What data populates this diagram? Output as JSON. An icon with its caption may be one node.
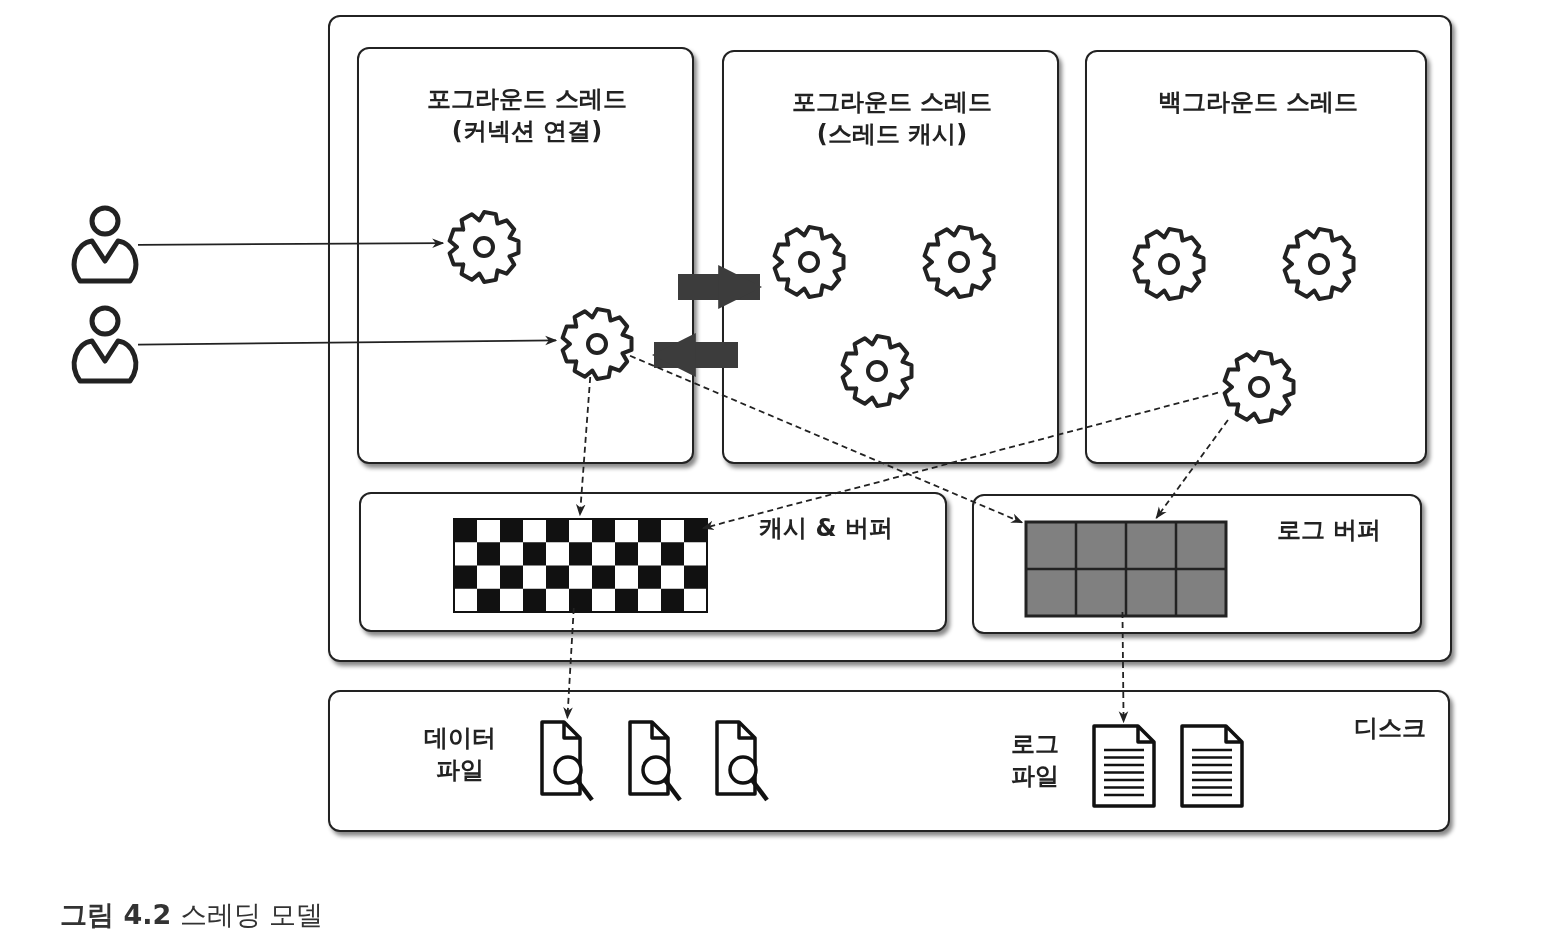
{
  "diagram": {
    "caption": "**그림 4.2** 스레딩 모델",
    "nodes": [
      {
        "text": [],
        "shape": "box"
      },
      {
        "text": [
          "포그라운드 스레드 (커넥션 연결)"
        ],
        "in": 0
      },
      {
        "text": [],
        "shape": "gear",
        "in": 1
      },
      {
        "text": [],
        "shape": "gear",
        "in": 1
      },
      {
        "text": [
          "포그라운드 스레드 (스레드 캐시)"
        ],
        "in": 0
      },
      {
        "text": [],
        "shape": "gear",
        "in": 4
      },
      {
        "text": [],
        "shape": "gear",
        "in": 4
      },
      {
        "text": [],
        "shape": "gear",
        "in": 4
      },
      {
        "text": [
          "백그라운드 스레드"
        ],
        "in": 0
      },
      {
        "text": [],
        "shape": "gear",
        "in": 8
      },
      {
        "text": [],
        "shape": "gear",
        "in": 8
      },
      {
        "text": [],
        "shape": "gear",
        "in": 8
      },
      {
        "text": [
          "캐시 & 버퍼"
        ],
        "in": 0
      },
      {
        "text": [],
        "shape": "grid",
        "in": 12
      },
      {
        "text": [
          "로그 버퍼"
        ],
        "in": 0
      },
      {
        "text": [],
        "shape": "grid",
        "in": 14
      },
      {
        "text": [
          "디스크"
        ]
      },
      {
        "text": [],
        "shape": "document",
        "in": 16
      },
      {
        "text": [],
        "shape": "document",
        "in": 16
      },
      {
        "text": [],
        "shape": "document",
        "in": 16
      },
      {
        "text": [],
        "shape": "document",
        "in": 16
      },
      {
        "text": [],
        "shape": "document",
        "in": 16
      },
      {
        "text": [],
        "shape": "person"
      },
      {
        "text": [],
        "shape": "person"
      }
    ],
    "edges": [
      {
        "from": 22,
        "to": 2,
        "arrow": "to"
      },
      {
        "from": 23,
        "to": 3,
        "arrow": "to"
      },
      {
        "from": 1,
        "to": 4,
        "arrow": "to",
        "style": "thick"
      },
      {
        "from": 4,
        "to": 1,
        "arrow": "to",
        "style": "thick"
      },
      {
        "from": 3,
        "to": 13,
        "arrow": "to",
        "style": "dashed"
      },
      {
        "from": 3,
        "to": 15,
        "arrow": "to",
        "style": "dashed"
      },
      {
        "from": 11,
        "to": 13,
        "arrow": "to",
        "style": "dashed"
      },
      {
        "from": 11,
        "to": 15,
        "arrow": "to",
        "style": "dashed"
      },
      {
        "from": 13,
        "to": 17,
        "arrow": "to",
        "style": "dashed"
      },
      {
        "from": 15,
        "to": 20,
        "arrow": "to",
        "style": "dashed"
      }
    ],
    "labels": [
      "데이터 파일",
      "로그 파일"
    ]
  }
}
